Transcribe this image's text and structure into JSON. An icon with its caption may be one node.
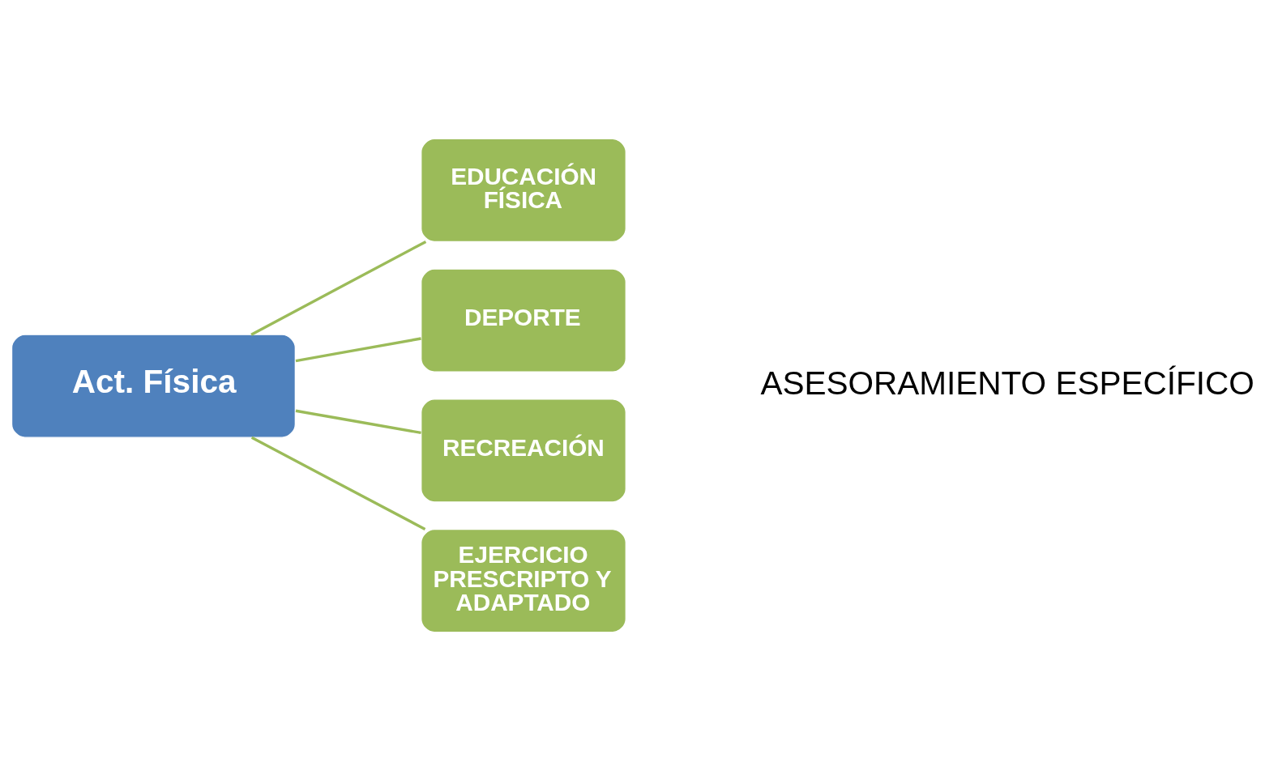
{
  "diagram": {
    "nodes": [
      {
        "text": [
          "Act. Física"
        ]
      },
      {
        "text": [
          "EDUCACIÓN FÍSICA"
        ]
      },
      {
        "text": [
          "DEPORTE"
        ]
      },
      {
        "text": [
          "RECREACIÓN"
        ]
      },
      {
        "text": [
          "EJERCICIO PRESCRIPTO Y ADAPTADO"
        ]
      }
    ],
    "edges": [
      {
        "from": 0,
        "to": 1,
        "arrow": "none"
      },
      {
        "from": 0,
        "to": 2,
        "arrow": "none"
      },
      {
        "from": 0,
        "to": 3,
        "arrow": "none"
      },
      {
        "from": 0,
        "to": 4,
        "arrow": "none"
      }
    ],
    "labels": [
      "ASESORAMIENTO ESPECÍFICO"
    ]
  }
}
